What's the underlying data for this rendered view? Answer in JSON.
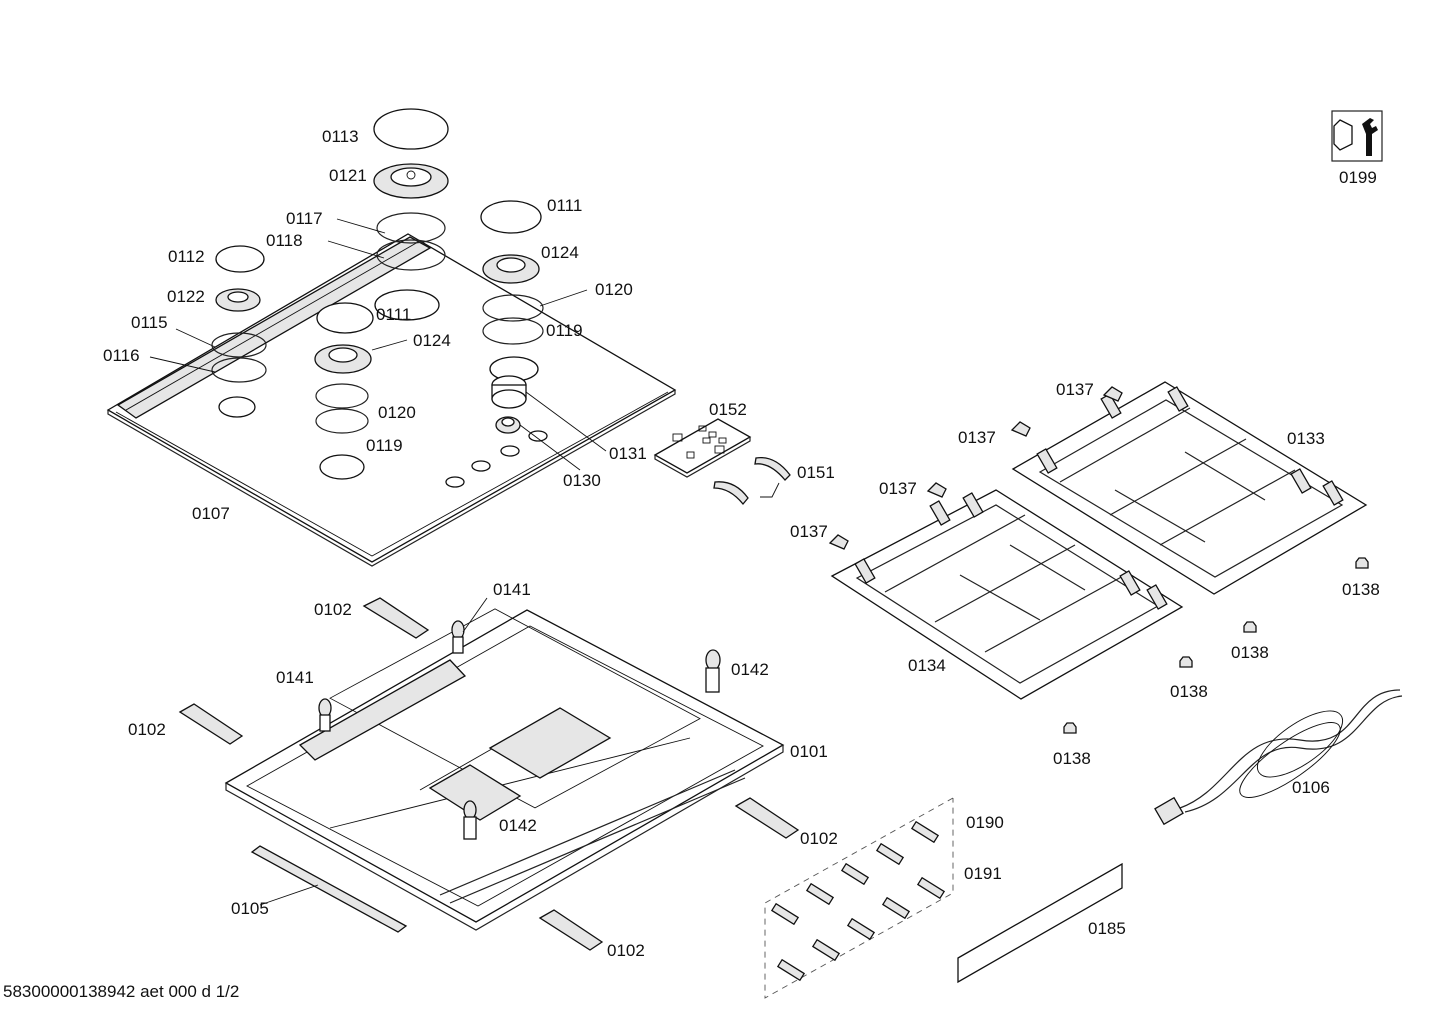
{
  "labels": {
    "l0113": "0113",
    "l0121": "0121",
    "l0117": "0117",
    "l0118": "0118",
    "l0111a": "0111",
    "l0112": "0112",
    "l0124a": "0124",
    "l0122": "0122",
    "l0120a": "0120",
    "l0115": "0115",
    "l0111b": "0111",
    "l0119a": "0119",
    "l0116": "0116",
    "l0124b": "0124",
    "l0120b": "0120",
    "l0119b": "0119",
    "l0131": "0131",
    "l0130": "0130",
    "l0107": "0107",
    "l0152": "0152",
    "l0151": "0151",
    "l0137a": "0137",
    "l0137b": "0137",
    "l0137c": "0137",
    "l0137d": "0137",
    "l0133": "0133",
    "l0134": "0134",
    "l0138a": "0138",
    "l0138b": "0138",
    "l0138c": "0138",
    "l0138d": "0138",
    "l0199": "0199",
    "l0102a": "0102",
    "l0141a": "0141",
    "l0141b": "0141",
    "l0142a": "0142",
    "l0102b": "0102",
    "l0101": "0101",
    "l0142b": "0142",
    "l0102c": "0102",
    "l0105": "0105",
    "l0102d": "0102",
    "l0190": "0190",
    "l0191": "0191",
    "l0185": "0185",
    "l0106": "0106"
  },
  "footer": "58300000138942 aet 000 d 1/2",
  "icons": {
    "service": "wrench-icon"
  }
}
